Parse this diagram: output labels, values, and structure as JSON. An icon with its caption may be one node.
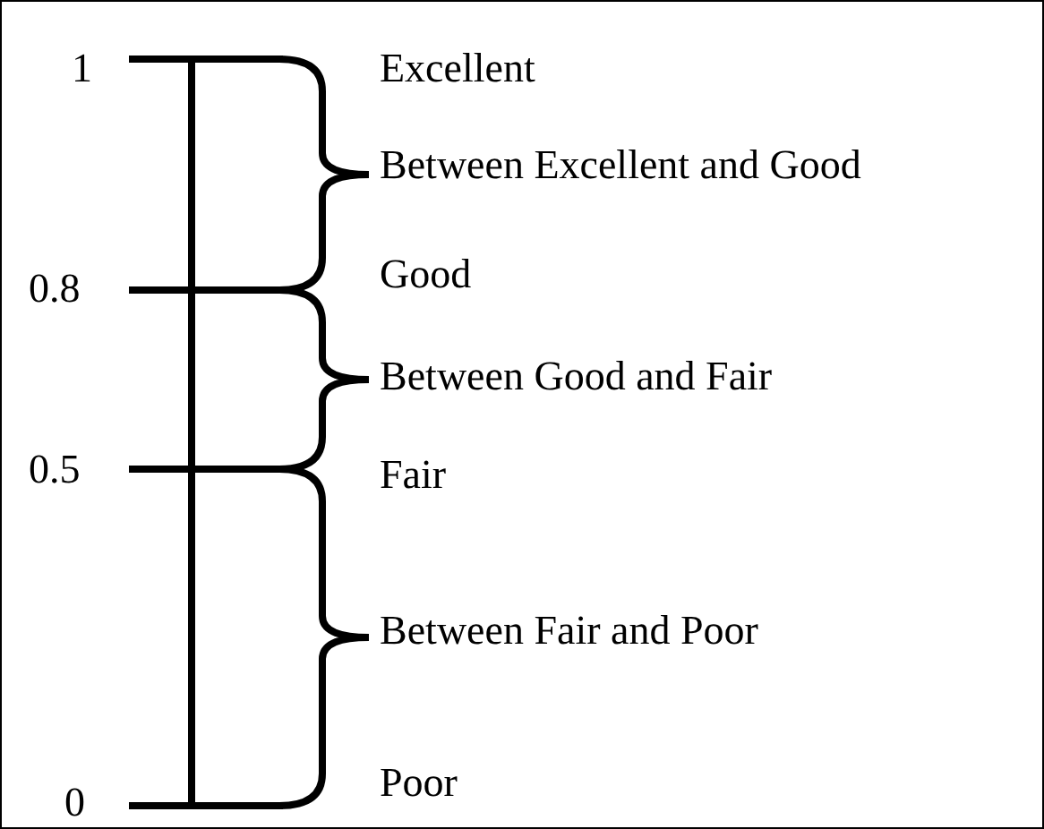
{
  "diagram": {
    "labels": [
      "1",
      "Excellent",
      "Between Excellent and Good",
      "0.8",
      "Good",
      "Between Good and Fair",
      "0.5",
      "Fair",
      "Between Fair and Poor",
      "0",
      "Poor"
    ]
  }
}
